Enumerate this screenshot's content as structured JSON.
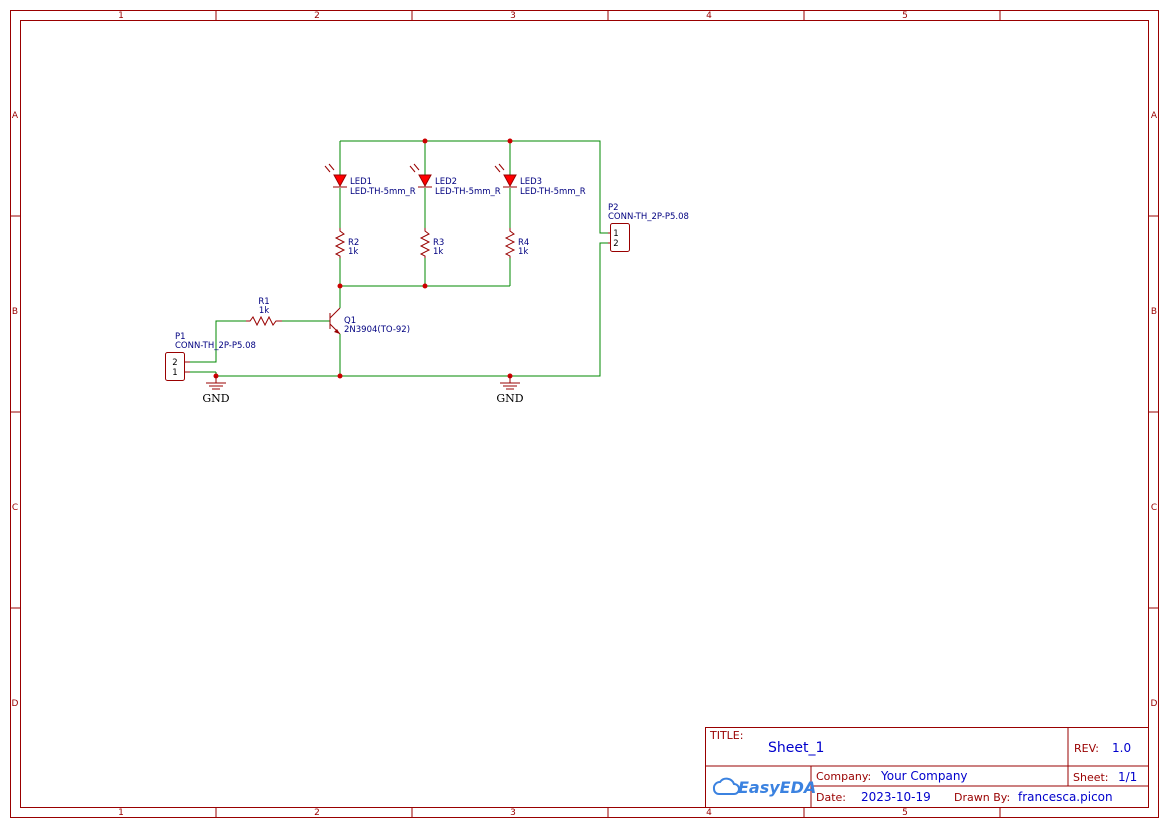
{
  "frame": {
    "columns": [
      "1",
      "2",
      "3",
      "4",
      "5"
    ],
    "rows": [
      "A",
      "B",
      "C",
      "D"
    ]
  },
  "components": {
    "led1": {
      "ref": "LED1",
      "value": "LED-TH-5mm_R"
    },
    "led2": {
      "ref": "LED2",
      "value": "LED-TH-5mm_R"
    },
    "led3": {
      "ref": "LED3",
      "value": "LED-TH-5mm_R"
    },
    "r1": {
      "ref": "R1",
      "value": "1k"
    },
    "r2": {
      "ref": "R2",
      "value": "1k"
    },
    "r3": {
      "ref": "R3",
      "value": "1k"
    },
    "r4": {
      "ref": "R4",
      "value": "1k"
    },
    "q1": {
      "ref": "Q1",
      "value": "2N3904(TO-92)"
    },
    "p1": {
      "ref": "P1",
      "value": "CONN-TH_2P-P5.08",
      "pins": [
        "2",
        "1"
      ]
    },
    "p2": {
      "ref": "P2",
      "value": "CONN-TH_2P-P5.08",
      "pins": [
        "1",
        "2"
      ]
    },
    "gnd1": {
      "label": "GND"
    },
    "gnd2": {
      "label": "GND"
    }
  },
  "title_block": {
    "title_label": "TITLE:",
    "title": "Sheet_1",
    "rev_label": "REV:",
    "rev": "1.0",
    "logo": "EasyEDA",
    "company_label": "Company:",
    "company": "Your Company",
    "sheet_label": "Sheet:",
    "sheet": "1/1",
    "date_label": "Date:",
    "date": "2023-10-19",
    "drawn_by_label": "Drawn By:",
    "drawn_by": "francesca.picon"
  },
  "colors": {
    "frame": "#990000",
    "wire": "#008800",
    "label": "#000080",
    "led_fill": "#ff0000",
    "title_values": "#0000cc"
  }
}
